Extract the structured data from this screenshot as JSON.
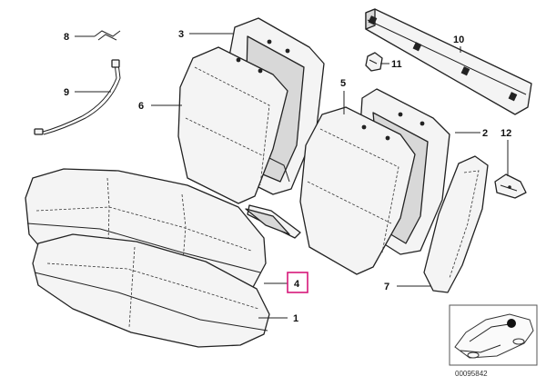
{
  "diagram": {
    "callouts": [
      {
        "id": "1",
        "label": "1"
      },
      {
        "id": "2",
        "label": "2"
      },
      {
        "id": "3",
        "label": "3"
      },
      {
        "id": "4",
        "label": "4",
        "highlighted": true
      },
      {
        "id": "5",
        "label": "5"
      },
      {
        "id": "6",
        "label": "6"
      },
      {
        "id": "7",
        "label": "7"
      },
      {
        "id": "8",
        "label": "8"
      },
      {
        "id": "9",
        "label": "9"
      },
      {
        "id": "10",
        "label": "10"
      },
      {
        "id": "11",
        "label": "11"
      },
      {
        "id": "12",
        "label": "12"
      }
    ],
    "document_id": "00095842",
    "colors": {
      "highlight": "#d6187a",
      "line": "#222222",
      "fill": "#f4f4f4"
    }
  }
}
